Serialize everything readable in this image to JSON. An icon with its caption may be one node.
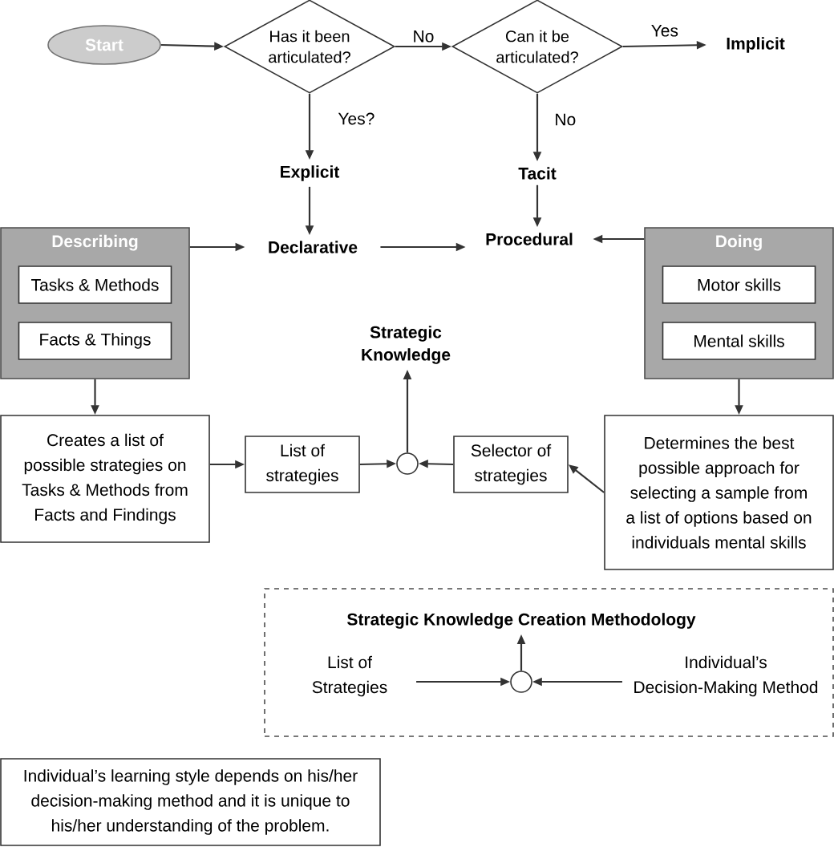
{
  "diagram": {
    "nodes": [
      {
        "text": [
          "Start"
        ]
      },
      {
        "text": [
          "Has it been articulated?"
        ]
      },
      {
        "text": [
          "Can it be articulated?"
        ]
      },
      {
        "text": [
          "Implicit"
        ]
      },
      {
        "text": [
          "Explicit"
        ]
      },
      {
        "text": [
          "Tacit"
        ]
      },
      {
        "text": [
          "Describing"
        ]
      },
      {
        "text": [
          "Tasks & Methods"
        ],
        "in": 6
      },
      {
        "text": [
          "Facts & Things"
        ],
        "in": 6
      },
      {
        "text": [
          "Declarative"
        ]
      },
      {
        "text": [
          "Procedural"
        ]
      },
      {
        "text": [
          "Doing"
        ]
      },
      {
        "text": [
          "Motor skills"
        ],
        "in": 11
      },
      {
        "text": [
          "Mental skills"
        ],
        "in": 11
      },
      {
        "text": [
          "Strategic Knowledge"
        ]
      },
      {
        "text": [
          "Creates a list of possible strategies on Tasks & Methods from Facts and Findings"
        ]
      },
      {
        "text": [
          "List of strategies"
        ]
      },
      {
        "text": [],
        "shape": "circle"
      },
      {
        "text": [
          "Selector of strategies"
        ]
      },
      {
        "text": [
          "Determines the best possible approach for selecting a sample from a list of options based on individuals mental skills"
        ]
      },
      {
        "text": [],
        "shape": "box"
      },
      {
        "text": [
          "Strategic Knowledge Creation Methodology"
        ],
        "in": 20
      },
      {
        "text": [
          "List of Strategies"
        ],
        "in": 20
      },
      {
        "text": [],
        "shape": "circle",
        "in": 20
      },
      {
        "text": [
          "Individual’s Decision-Making Method"
        ],
        "in": 20
      },
      {
        "text": [
          "Individual’s learning style depends on his/her decision-making method and it is unique to his/her understanding of the problem."
        ]
      }
    ],
    "edges": [
      {
        "from": 0,
        "to": 1,
        "arrow": "to"
      },
      {
        "from": 1,
        "to": 2,
        "arrow": "to",
        "label": "No"
      },
      {
        "from": 2,
        "to": 3,
        "arrow": "to",
        "label": "Yes"
      },
      {
        "from": 1,
        "to": 4,
        "arrow": "to",
        "label": "Yes?"
      },
      {
        "from": 2,
        "to": 5,
        "arrow": "to",
        "label": "No"
      },
      {
        "from": 4,
        "to": 9,
        "arrow": "to"
      },
      {
        "from": 5,
        "to": 10,
        "arrow": "to"
      },
      {
        "from": 6,
        "to": 9,
        "arrow": "to"
      },
      {
        "from": 9,
        "to": 10,
        "arrow": "to"
      },
      {
        "from": 11,
        "to": 10,
        "arrow": "to"
      },
      {
        "from": 6,
        "to": 15,
        "arrow": "to"
      },
      {
        "from": 15,
        "to": 16,
        "arrow": "to"
      },
      {
        "from": 16,
        "to": 17,
        "arrow": "to"
      },
      {
        "from": 17,
        "to": 14,
        "arrow": "to"
      },
      {
        "from": 18,
        "to": 17,
        "arrow": "to"
      },
      {
        "from": 19,
        "to": 18,
        "arrow": "to"
      },
      {
        "from": 11,
        "to": 19,
        "arrow": "to"
      },
      {
        "from": 22,
        "to": 23,
        "arrow": "to"
      },
      {
        "from": 24,
        "to": 23,
        "arrow": "to"
      },
      {
        "from": 23,
        "to": 21,
        "arrow": "to"
      }
    ]
  }
}
